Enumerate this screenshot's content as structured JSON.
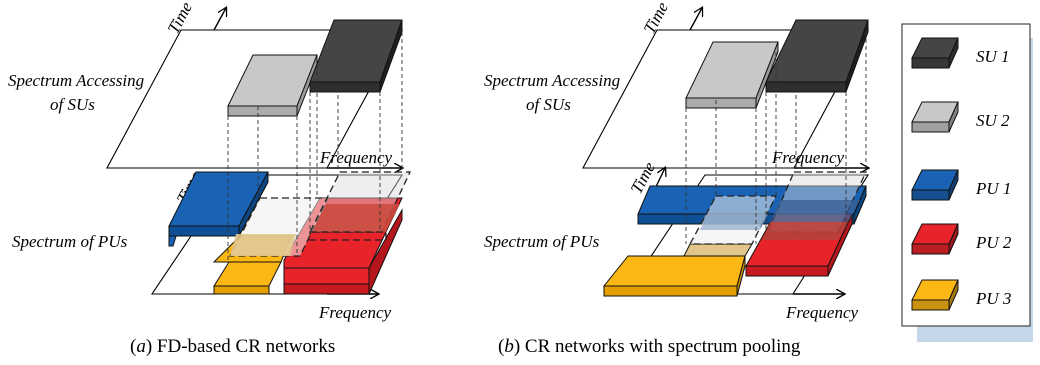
{
  "panel_a": {
    "su_label_line1": "Spectrum Accessing",
    "su_label_line2": "of SUs",
    "pu_label": "Spectrum of PUs",
    "time_label_top": "Time",
    "time_label_bottom": "Time",
    "freq_label_top": "Frequency",
    "freq_label_bottom": "Frequency",
    "caption_letter": "a",
    "caption_text": " FD-based CR networks"
  },
  "panel_b": {
    "su_label_line1": "Spectrum Accessing",
    "su_label_line2": "of SUs",
    "pu_label": "Spectrum of PUs",
    "time_label_top": "Time",
    "time_label_bottom": "Time",
    "freq_label_top": "Frequency",
    "freq_label_bottom": "Frequency",
    "caption_letter": "b",
    "caption_text": " CR networks with spectrum pooling"
  },
  "legend": {
    "items": [
      {
        "label": "SU 1",
        "color": "#454545"
      },
      {
        "label": "SU 2",
        "color": "#c8c8c8"
      },
      {
        "label": "PU 1",
        "color": "#1a63b4"
      },
      {
        "label": "PU 2",
        "color": "#e8242a"
      },
      {
        "label": "PU 3",
        "color": "#fbb714"
      }
    ]
  }
}
